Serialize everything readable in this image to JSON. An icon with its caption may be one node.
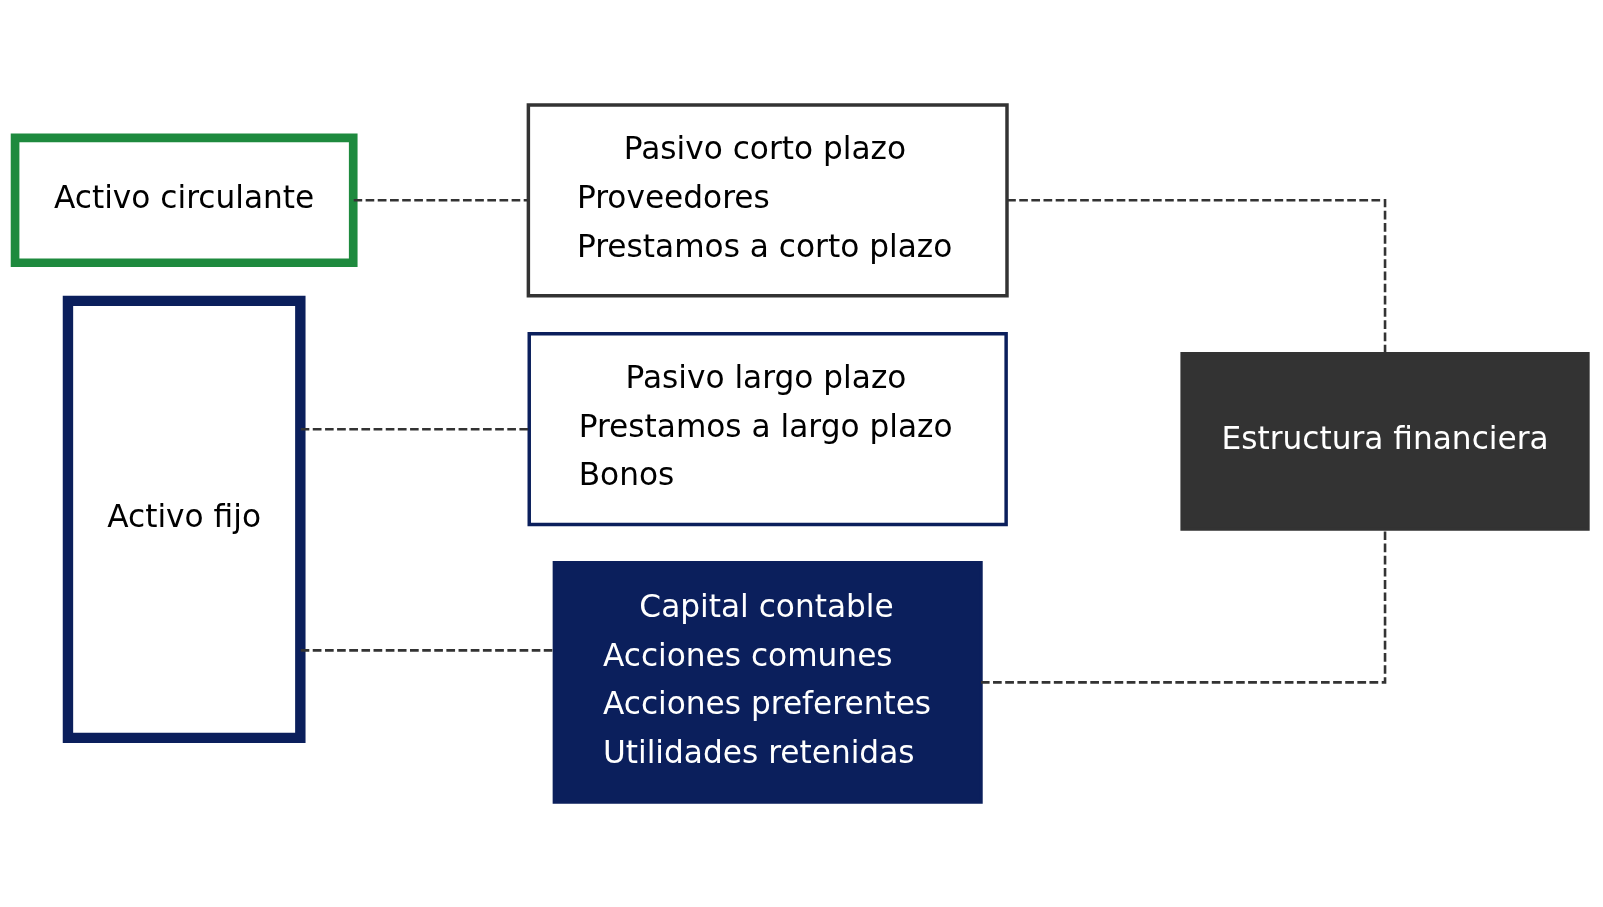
{
  "diagram": {
    "nodes": [
      {
        "text": [
          "Activo circulante"
        ]
      },
      {
        "text": [
          "Pasivo corto plazo",
          "Proveedores",
          "Prestamos a corto plazo"
        ]
      },
      {
        "text": [
          "Activo fijo"
        ]
      },
      {
        "text": [
          "Pasivo largo plazo",
          "Prestamos a largo plazo",
          "Bonos"
        ]
      },
      {
        "text": [
          "Capital contable",
          "Acciones comunes",
          "Acciones preferentes",
          "Utilidades retenidas"
        ]
      },
      {
        "text": [
          "Estructura financiera"
        ]
      }
    ],
    "edges": [
      {
        "from": 0,
        "to": 1,
        "arrow": "none",
        "style": "dashed"
      },
      {
        "from": 2,
        "to": 3,
        "arrow": "none",
        "style": "dashed"
      },
      {
        "from": 2,
        "to": 4,
        "arrow": "none",
        "style": "dashed"
      },
      {
        "from": 1,
        "to": 5,
        "arrow": "none",
        "style": "dashed"
      },
      {
        "from": 4,
        "to": 5,
        "arrow": "none",
        "style": "dashed"
      }
    ]
  }
}
